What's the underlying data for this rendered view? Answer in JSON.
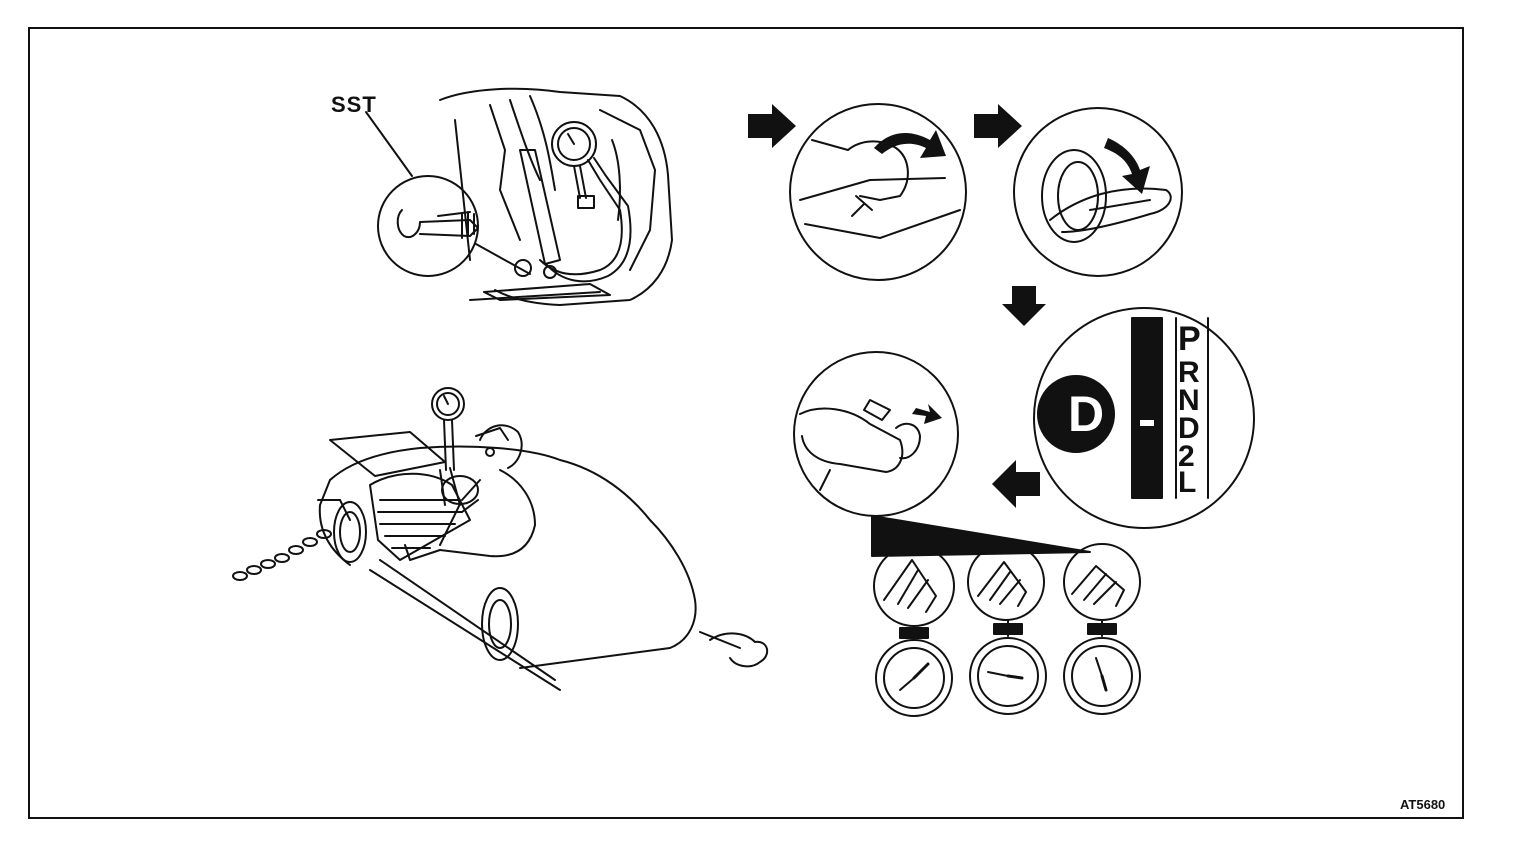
{
  "labels": {
    "sst": "SST",
    "figure_code": "AT5680"
  },
  "selector": {
    "current": "D",
    "positions": [
      "P",
      "R",
      "N",
      "D",
      "2",
      "L"
    ]
  },
  "icons": {
    "arrow": "black-right-arrow",
    "gauge": "pressure-gauge",
    "chain": "tow-chain"
  },
  "colors": {
    "ink": "#111111",
    "paper": "#ffffff"
  }
}
